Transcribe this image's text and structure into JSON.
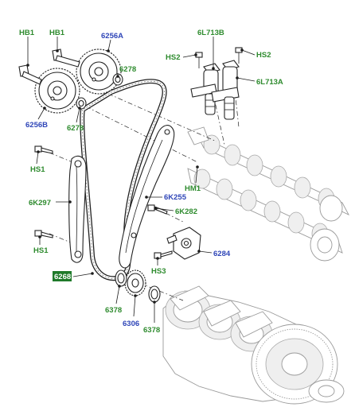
{
  "labels": {
    "hb1_left": "HB1",
    "hb1_right": "HB1",
    "p6256a": "6256A",
    "p6278_top": "6278",
    "p6256b": "6256B",
    "p6278_mid": "6278",
    "p6l713b": "6L713B",
    "hs2_left": "HS2",
    "hs2_right": "HS2",
    "p6l713a": "6L713A",
    "hs1_top": "HS1",
    "hm1": "HM1",
    "p6k297": "6K297",
    "p6k255": "6K255",
    "p6k282": "6K282",
    "hs1_bottom": "HS1",
    "p6284": "6284",
    "hs3": "HS3",
    "p6268": "6268",
    "p6378_left": "6378",
    "p6306": "6306",
    "p6378_right": "6378"
  },
  "colors": {
    "supplied_part_label": "#2e8b2e",
    "assembly_part_label": "#2f46b8",
    "highlight_box": "#1f7a2a"
  }
}
